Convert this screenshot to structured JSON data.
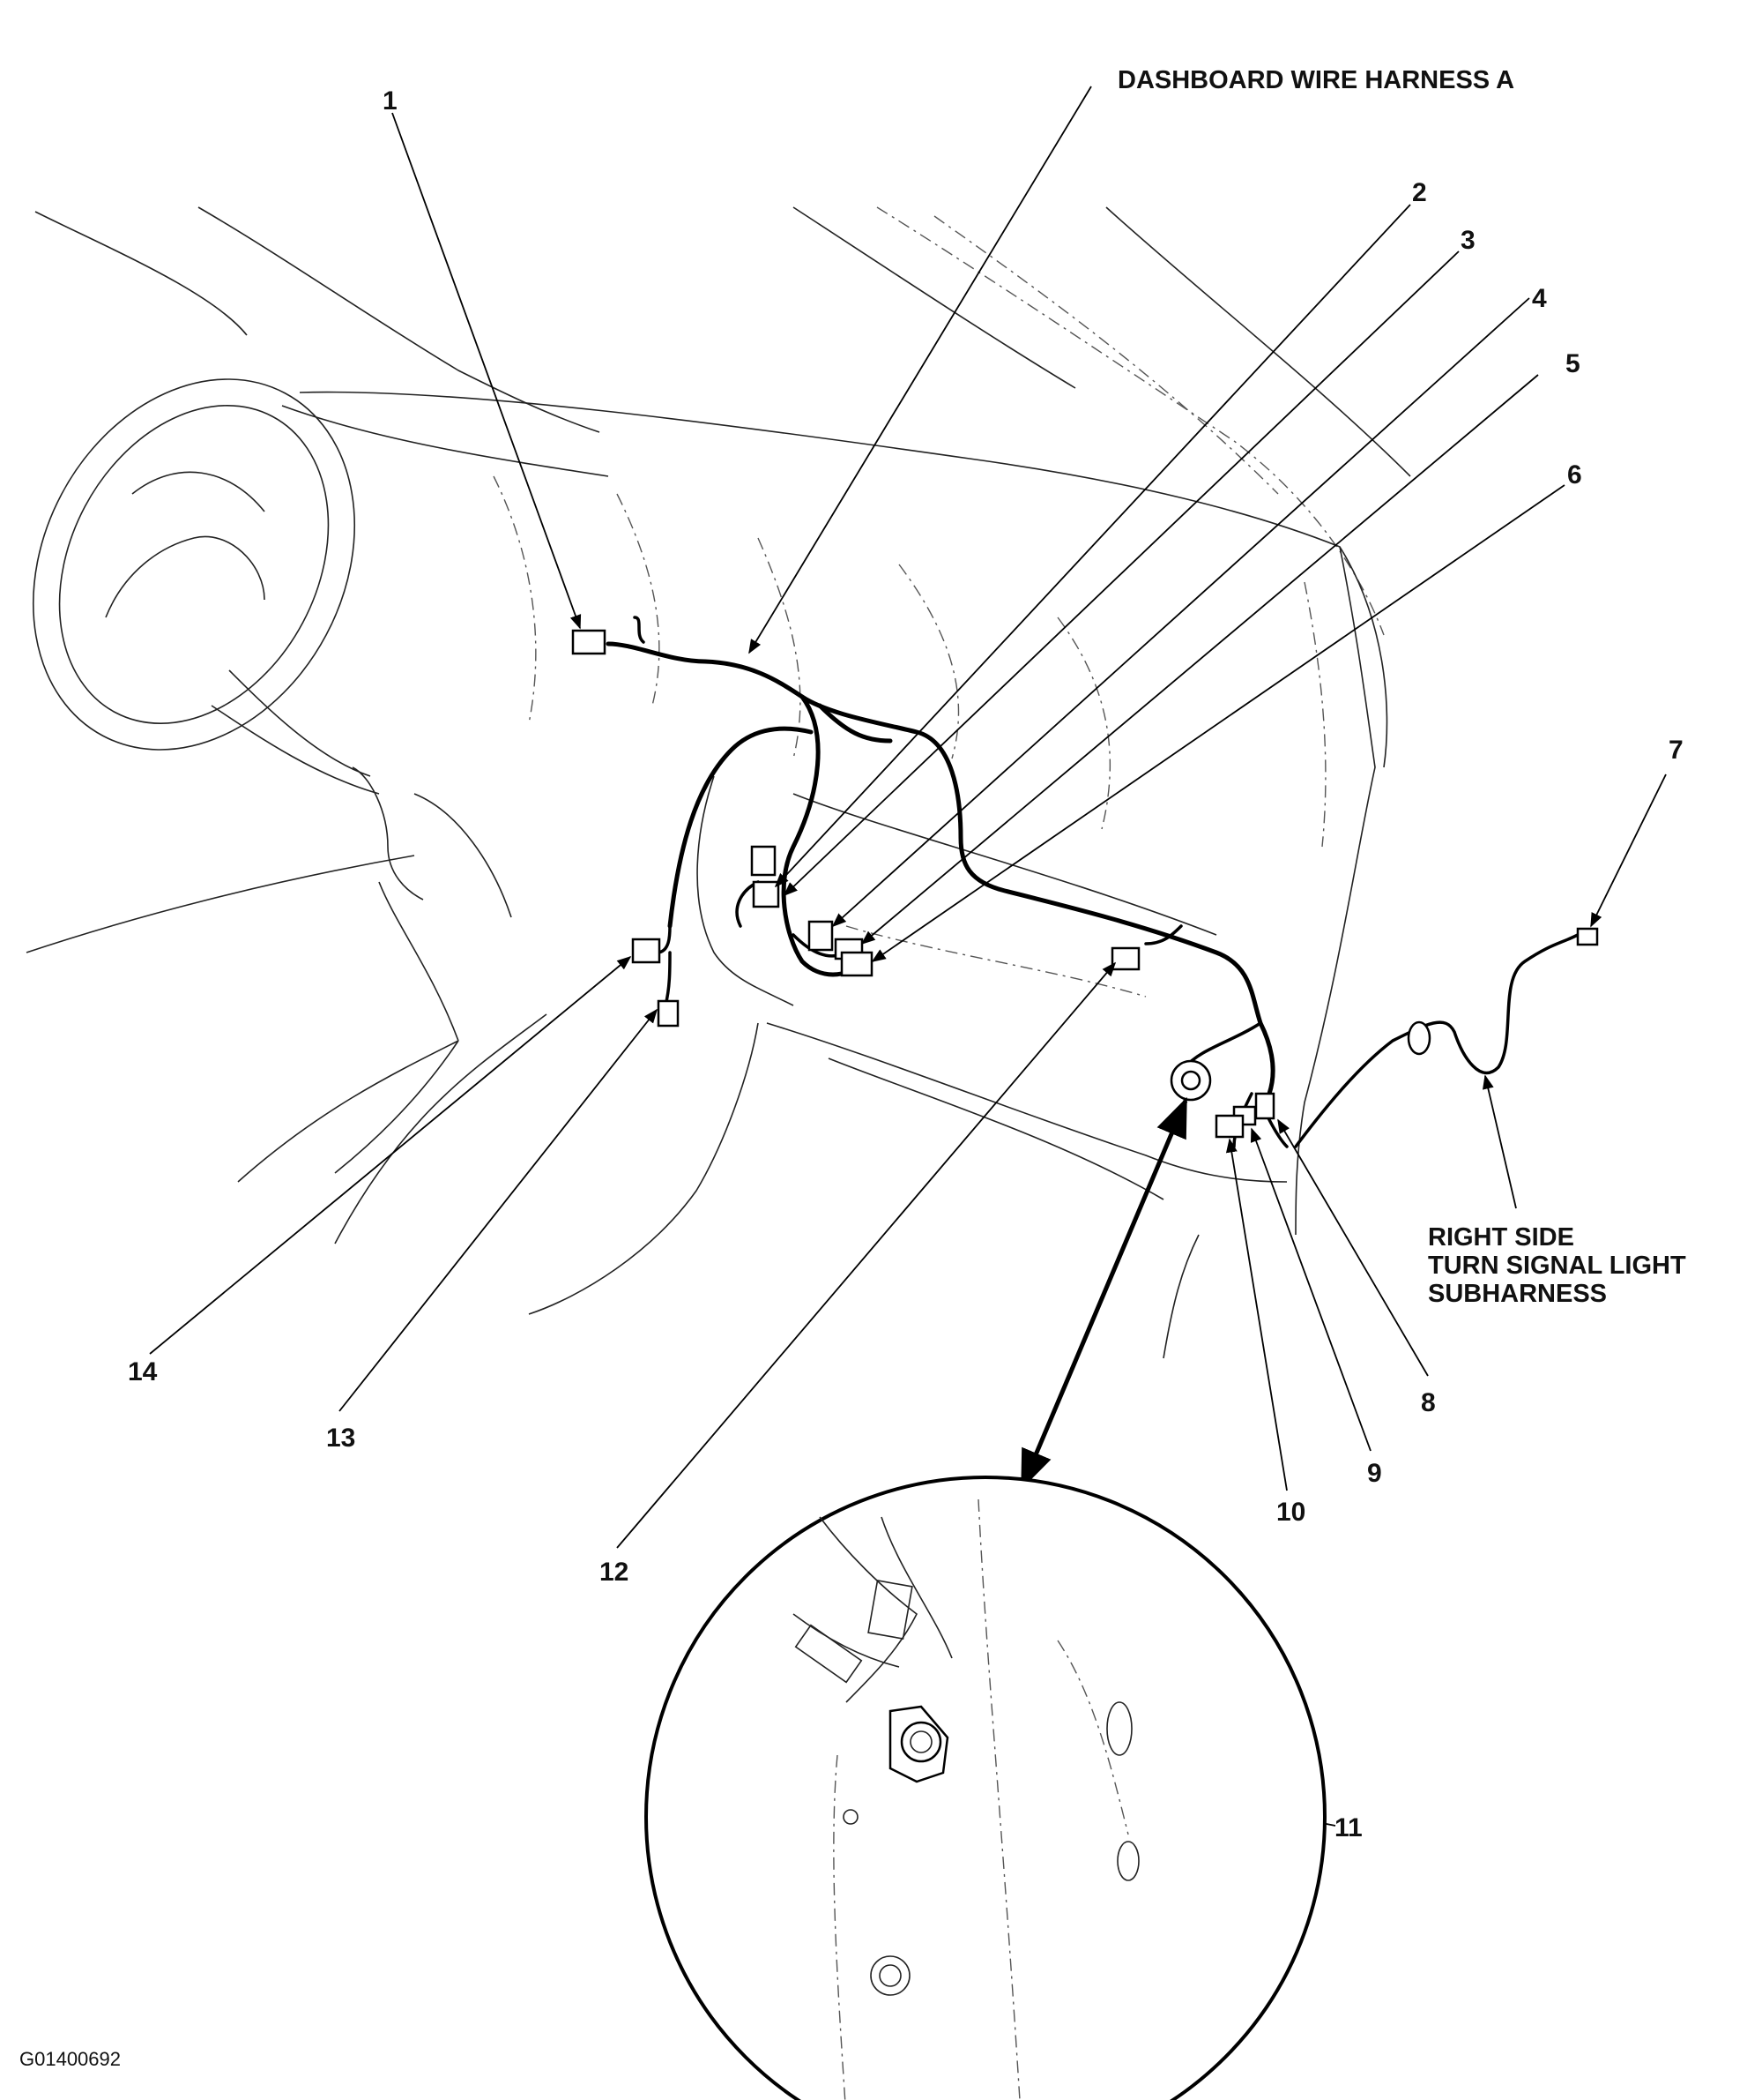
{
  "labels": {
    "harness_a": "DASHBOARD WIRE HARNESS A",
    "subharness_line1": "RIGHT SIDE",
    "subharness_line2": "TURN SIGNAL LIGHT",
    "subharness_line3": "SUBHARNESS",
    "figure_id": "G01400692"
  },
  "callouts": [
    "1",
    "2",
    "3",
    "4",
    "5",
    "6",
    "7",
    "8",
    "9",
    "10",
    "11",
    "12",
    "13",
    "14"
  ]
}
